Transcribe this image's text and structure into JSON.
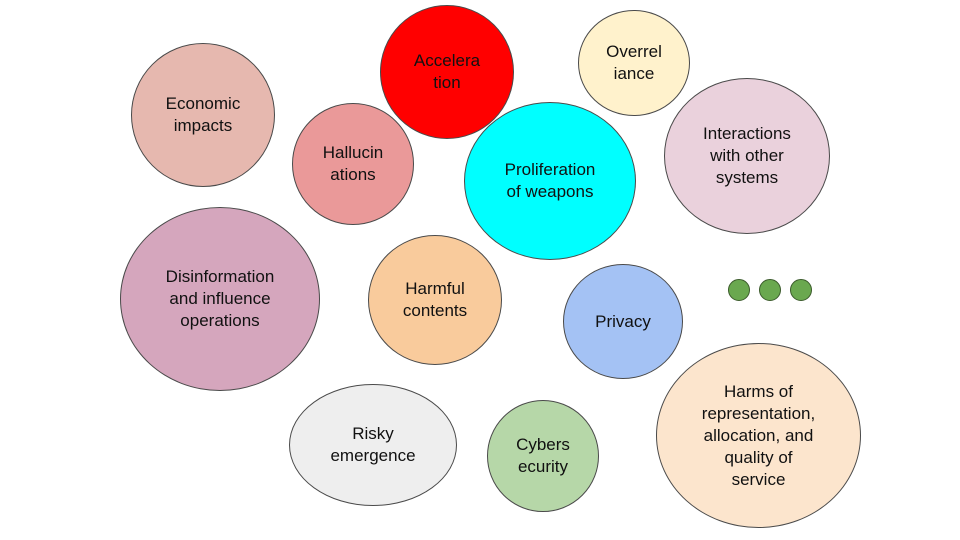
{
  "colors": {
    "outline": "#4a4a4a",
    "dot_fill": "#6aa84f",
    "background": "#ffffff"
  },
  "bubbles": {
    "economic": {
      "label": "Economic\nimpacts",
      "fill": "#e6b8af"
    },
    "acceleration": {
      "label": "Accelera\ntion",
      "fill": "#ff0000"
    },
    "overreliance": {
      "label": "Overrel\niance",
      "fill": "#fff2cc"
    },
    "hallucinations": {
      "label": "Hallucin\nations",
      "fill": "#ea9999"
    },
    "proliferation": {
      "label": "Proliferation\nof weapons",
      "fill": "#00ffff"
    },
    "interactions": {
      "label": "Interactions\nwith other\nsystems",
      "fill": "#ead1dc"
    },
    "disinformation": {
      "label": "Disinformation\nand influence\noperations",
      "fill": "#d5a6bd"
    },
    "harmful": {
      "label": "Harmful\ncontents",
      "fill": "#f9cb9c"
    },
    "privacy": {
      "label": "Privacy",
      "fill": "#a4c2f4"
    },
    "risky": {
      "label": "Risky\nemergence",
      "fill": "#eeeeee"
    },
    "cybersecurity": {
      "label": "Cybers\necurity",
      "fill": "#b6d7a8"
    },
    "representation": {
      "label": "Harms of\nrepresentation,\nallocation, and\nquality of\nservice",
      "fill": "#fce5cd"
    }
  }
}
